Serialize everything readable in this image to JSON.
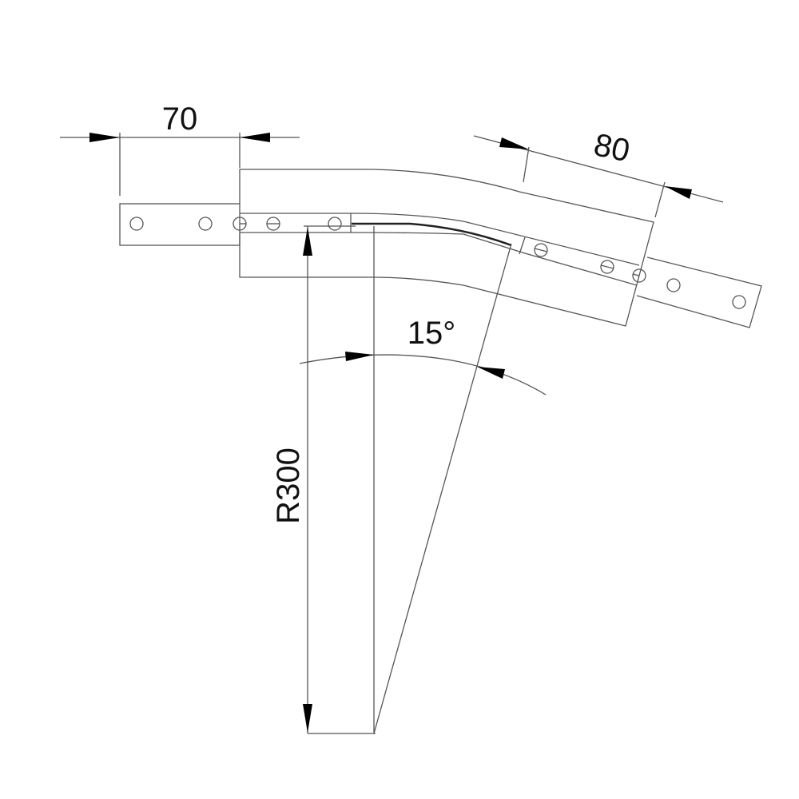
{
  "dimensions": {
    "width_left": "70",
    "width_right": "80",
    "angle": "15°",
    "radius": "R300"
  },
  "colors": {
    "line": "#555555",
    "text": "#111111"
  }
}
